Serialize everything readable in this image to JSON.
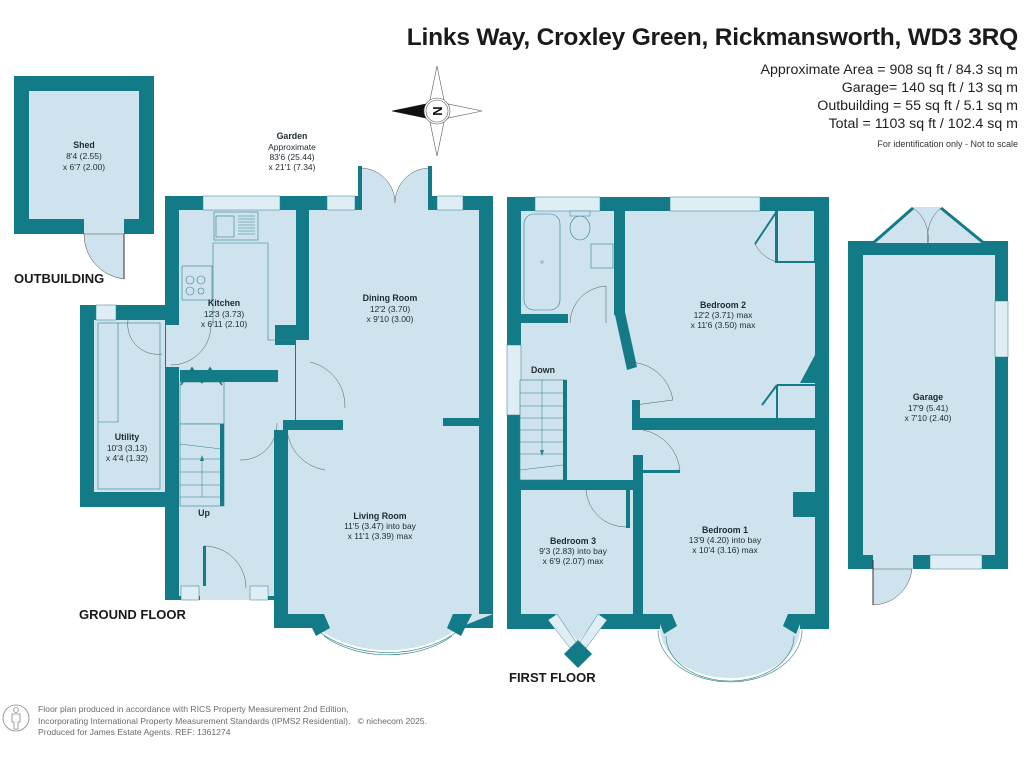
{
  "header": {
    "title": "Links Way, Croxley Green, Rickmansworth, WD3 3RQ",
    "areas": [
      "Approximate Area = 908 sq ft / 84.3 sq m",
      "Garage= 140 sq ft / 13 sq m",
      "Outbuilding = 55 sq ft / 5.1 sq m",
      "Total = 1103 sq ft / 102.4 sq m"
    ],
    "disclaimer": "For identification only - Not to scale"
  },
  "compass": {
    "letter": "N",
    "icon": "compass-north-icon"
  },
  "colors": {
    "wall": "#137b87",
    "floor": "#cfe3ee",
    "fixture_line": "#2d7f89",
    "window": "#dfeef5"
  },
  "floors": {
    "outbuilding": {
      "label": "OUTBUILDING"
    },
    "ground": {
      "label": "GROUND FLOOR",
      "stair_label": "Up"
    },
    "first": {
      "label": "FIRST FLOOR",
      "stair_label": "Down"
    }
  },
  "rooms": {
    "shed": {
      "name": "Shed",
      "dim1": "8'4 (2.55)",
      "dim2": "x 6'7 (2.00)"
    },
    "garden": {
      "name": "Garden",
      "dim0": "Approximate",
      "dim1": "83'6 (25.44)",
      "dim2": "x 21'1 (7.34)"
    },
    "kitchen": {
      "name": "Kitchen",
      "dim1": "12'3 (3.73)",
      "dim2": "x 6'11 (2.10)"
    },
    "dining": {
      "name": "Dining Room",
      "dim1": "12'2 (3.70)",
      "dim2": "x 9'10 (3.00)"
    },
    "utility": {
      "name": "Utility",
      "dim1": "10'3 (3.13)",
      "dim2": "x 4'4 (1.32)"
    },
    "living": {
      "name": "Living Room",
      "dim1": "11'5 (3.47) into bay",
      "dim2": "x 11'1 (3.39) max"
    },
    "bedroom2": {
      "name": "Bedroom 2",
      "dim1": "12'2 (3.71) max",
      "dim2": "x 11'6 (3.50) max"
    },
    "bedroom3": {
      "name": "Bedroom 3",
      "dim1": "9'3 (2.83) into bay",
      "dim2": "x 6'9 (2.07) max"
    },
    "bedroom1": {
      "name": "Bedroom 1",
      "dim1": "13'9 (4.20) into bay",
      "dim2": "x 10'4 (3.16) max"
    },
    "garage": {
      "name": "Garage",
      "dim1": "17'9 (5.41)",
      "dim2": "x 7'10 (2.40)"
    }
  },
  "footer": {
    "lines": [
      "Floor plan produced in accordance with RICS Property Measurement 2nd Edition,",
      "Incorporating International Property Measurement Standards (IPMS2 Residential).",
      "Produced for James Estate Agents.   REF: 1361274"
    ],
    "copyright": "© nichecom 2025.",
    "icon": "person-figure-icon"
  }
}
